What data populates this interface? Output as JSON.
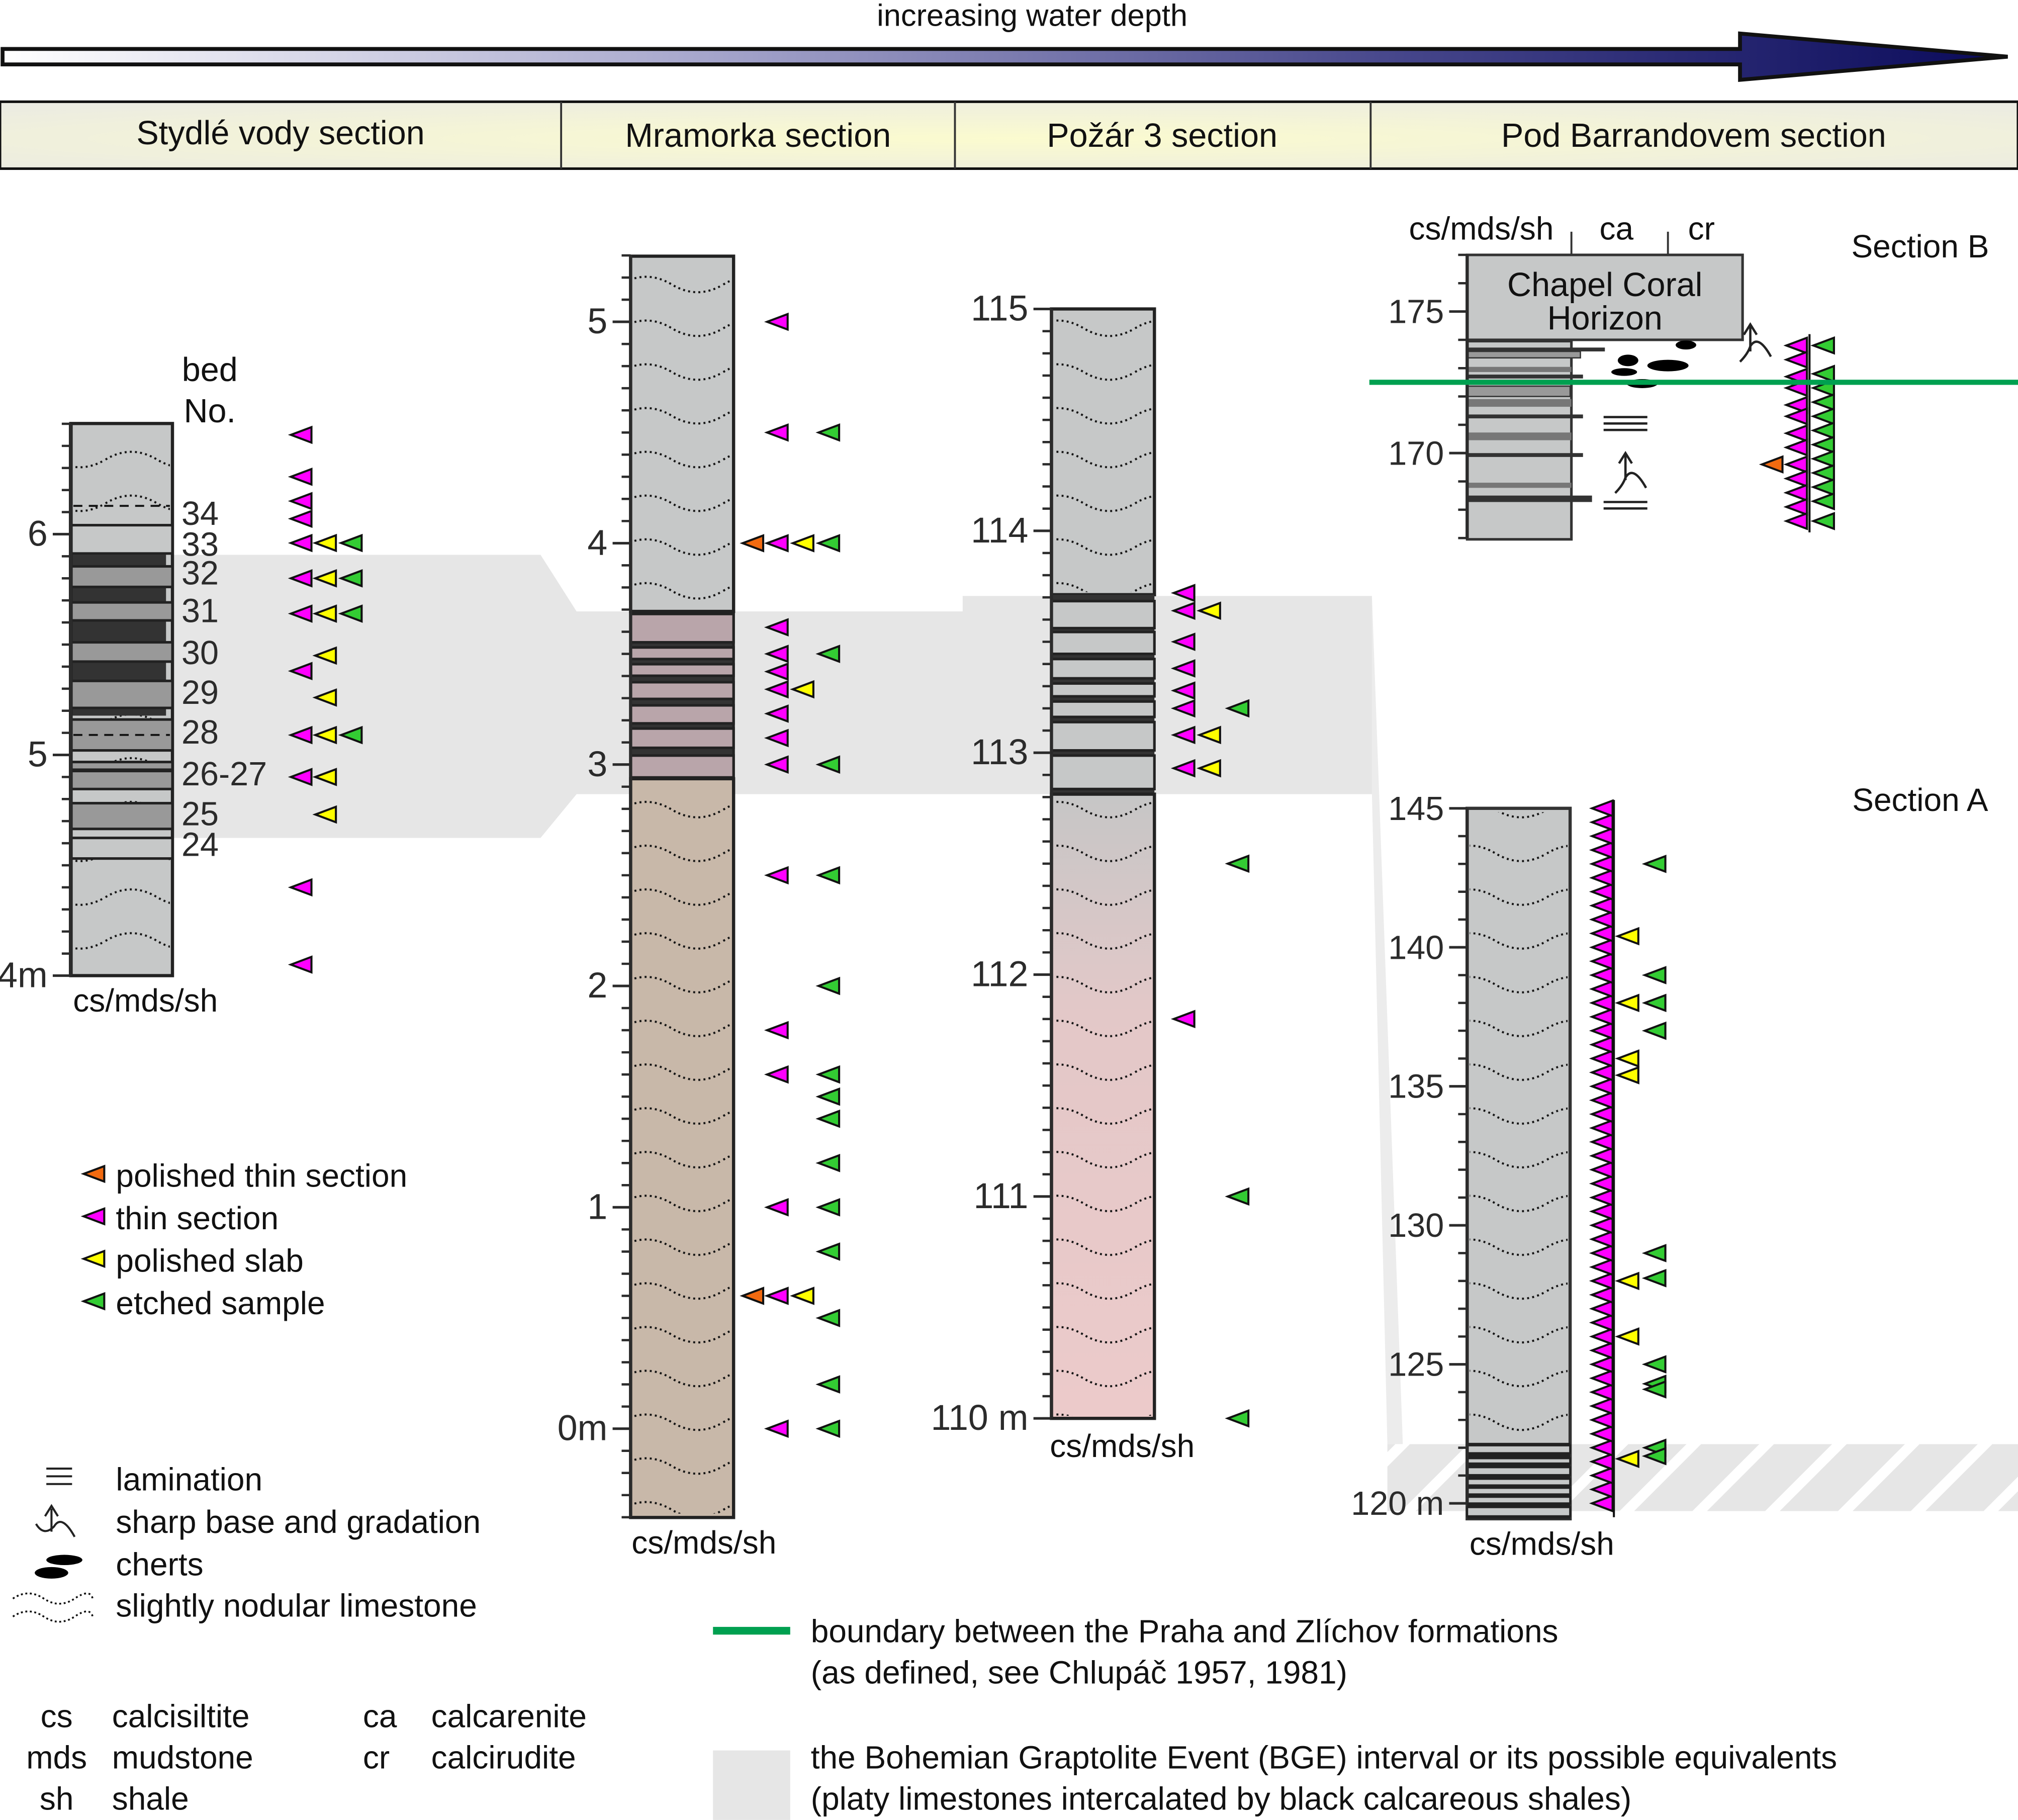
{
  "header": {
    "arrow_label": "increasing water depth",
    "sections": [
      "Stydlé vody section",
      "Mramorka section",
      "Požár 3 section",
      "Pod Barrandovem section"
    ]
  },
  "colors": {
    "polished_thin_section": "#f26a10",
    "thin_section": "#ff00ff",
    "polished_slab": "#ffff00",
    "etched_sample": "#33cc33",
    "boundary_line": "#00a050",
    "bge_band": "#e6e6e6",
    "arrow_dark": "#0f1060"
  },
  "stydle_vody": {
    "bed_header": [
      "bed",
      "No."
    ],
    "axis_ticks": [
      {
        "value": 6,
        "label": "6"
      },
      {
        "value": 5,
        "label": "5"
      },
      {
        "value": 4,
        "label": "4m"
      }
    ],
    "beds": [
      {
        "label": "34",
        "depth": 6.1
      },
      {
        "label": "33",
        "depth": 5.96
      },
      {
        "label": "32",
        "depth": 5.83
      },
      {
        "label": "31",
        "depth": 5.66
      },
      {
        "label": "30",
        "depth": 5.47
      },
      {
        "label": "29",
        "depth": 5.29
      },
      {
        "label": "28",
        "depth": 5.11
      },
      {
        "label": "26-27",
        "depth": 4.92
      },
      {
        "label": "25",
        "depth": 4.74
      },
      {
        "label": "24",
        "depth": 4.6
      }
    ],
    "lithology_label": "cs/mds/sh",
    "samples": [
      {
        "depth": 6.45,
        "types": [
          "thin_section"
        ]
      },
      {
        "depth": 6.26,
        "types": [
          "thin_section"
        ]
      },
      {
        "depth": 6.15,
        "types": [
          "thin_section"
        ]
      },
      {
        "depth": 6.07,
        "types": [
          "thin_section"
        ]
      },
      {
        "depth": 5.96,
        "types": [
          "thin_section",
          "polished_slab",
          "etched_sample"
        ]
      },
      {
        "depth": 5.8,
        "types": [
          "thin_section",
          "polished_slab",
          "etched_sample"
        ]
      },
      {
        "depth": 5.64,
        "types": [
          "thin_section",
          "polished_slab",
          "etched_sample"
        ]
      },
      {
        "depth": 5.45,
        "types": [
          "polished_slab"
        ]
      },
      {
        "depth": 5.38,
        "types": [
          "thin_section"
        ]
      },
      {
        "depth": 5.26,
        "types": [
          "polished_slab"
        ]
      },
      {
        "depth": 5.09,
        "types": [
          "thin_section",
          "polished_slab",
          "etched_sample"
        ]
      },
      {
        "depth": 4.9,
        "types": [
          "thin_section",
          "polished_slab"
        ]
      },
      {
        "depth": 4.73,
        "types": [
          "polished_slab"
        ]
      },
      {
        "depth": 4.4,
        "types": [
          "thin_section"
        ]
      },
      {
        "depth": 4.05,
        "types": [
          "thin_section"
        ]
      }
    ]
  },
  "mramorka": {
    "axis_ticks": [
      {
        "value": 5,
        "label": "5"
      },
      {
        "value": 4,
        "label": "4"
      },
      {
        "value": 3,
        "label": "3"
      },
      {
        "value": 2,
        "label": "2"
      },
      {
        "value": 1,
        "label": "1"
      },
      {
        "value": 0,
        "label": "0m"
      }
    ],
    "lithology_label": "cs/mds/sh",
    "samples": [
      {
        "depth": 5.0,
        "types": [
          "thin_section"
        ]
      },
      {
        "depth": 4.5,
        "types": [
          "thin_section",
          "etched_sample"
        ]
      },
      {
        "depth": 4.0,
        "types": [
          "polished_thin_section",
          "thin_section",
          "polished_slab",
          "etched_sample"
        ]
      },
      {
        "depth": 3.62,
        "types": [
          "thin_section"
        ]
      },
      {
        "depth": 3.5,
        "types": [
          "thin_section",
          "etched_sample"
        ]
      },
      {
        "depth": 3.42,
        "types": [
          "thin_section"
        ]
      },
      {
        "depth": 3.34,
        "types": [
          "thin_section",
          "polished_slab"
        ]
      },
      {
        "depth": 3.23,
        "types": [
          "thin_section"
        ]
      },
      {
        "depth": 3.12,
        "types": [
          "thin_section"
        ]
      },
      {
        "depth": 3.0,
        "types": [
          "thin_section",
          "etched_sample"
        ]
      },
      {
        "depth": 2.5,
        "types": [
          "thin_section",
          "etched_sample"
        ]
      },
      {
        "depth": 2.0,
        "types": [
          "etched_sample"
        ]
      },
      {
        "depth": 1.8,
        "types": [
          "thin_section"
        ]
      },
      {
        "depth": 1.6,
        "types": [
          "thin_section",
          "etched_sample"
        ]
      },
      {
        "depth": 1.5,
        "types": [
          "etched_sample"
        ]
      },
      {
        "depth": 1.4,
        "types": [
          "etched_sample"
        ]
      },
      {
        "depth": 1.2,
        "types": [
          "etched_sample"
        ]
      },
      {
        "depth": 1.0,
        "types": [
          "thin_section",
          "etched_sample"
        ]
      },
      {
        "depth": 0.8,
        "types": [
          "etched_sample"
        ]
      },
      {
        "depth": 0.6,
        "types": [
          "polished_thin_section",
          "thin_section",
          "polished_slab"
        ]
      },
      {
        "depth": 0.5,
        "types": [
          "etched_sample"
        ]
      },
      {
        "depth": 0.2,
        "types": [
          "etched_sample"
        ]
      },
      {
        "depth": 0.0,
        "types": [
          "thin_section",
          "etched_sample"
        ]
      }
    ]
  },
  "pozar": {
    "axis_ticks": [
      {
        "value": 115,
        "label": "115"
      },
      {
        "value": 114,
        "label": "114"
      },
      {
        "value": 113,
        "label": "113"
      },
      {
        "value": 112,
        "label": "112"
      },
      {
        "value": 111,
        "label": "111"
      },
      {
        "value": 110,
        "label": "110 m"
      }
    ],
    "lithology_label": "cs/mds/sh",
    "samples": [
      {
        "depth": 113.72,
        "types": [
          "thin_section"
        ]
      },
      {
        "depth": 113.64,
        "types": [
          "thin_section",
          "polished_slab"
        ]
      },
      {
        "depth": 113.5,
        "types": [
          "thin_section"
        ]
      },
      {
        "depth": 113.38,
        "types": [
          "thin_section"
        ]
      },
      {
        "depth": 113.28,
        "types": [
          "thin_section"
        ]
      },
      {
        "depth": 113.2,
        "types": [
          "thin_section",
          "etched_sample"
        ]
      },
      {
        "depth": 113.08,
        "types": [
          "thin_section",
          "polished_slab"
        ]
      },
      {
        "depth": 112.93,
        "types": [
          "thin_section",
          "polished_slab"
        ]
      },
      {
        "depth": 112.5,
        "types": [
          "etched_sample"
        ]
      },
      {
        "depth": 111.8,
        "types": [
          "thin_section"
        ]
      },
      {
        "depth": 111.0,
        "types": [
          "etched_sample"
        ]
      },
      {
        "depth": 110.0,
        "types": [
          "etched_sample"
        ]
      }
    ]
  },
  "pod_barrandovem": {
    "section_b": {
      "title": "Section B",
      "column_headers": [
        "cs/mds/sh",
        "ca",
        "cr"
      ],
      "horizon_label": [
        "Chapel Coral",
        "Horizon"
      ],
      "axis_ticks": [
        {
          "value": 175,
          "label": "175"
        },
        {
          "value": 170,
          "label": "170"
        }
      ],
      "thin_section_depths": [
        173.8,
        173.3,
        172.7,
        172.3,
        171.7,
        171.3,
        170.7,
        170.2,
        169.6,
        169.1,
        168.6,
        168.1,
        167.6
      ],
      "etched_depths": [
        173.8,
        172.8,
        172.3,
        171.8,
        171.3,
        170.8,
        170.3,
        169.8,
        169.3,
        168.8,
        168.3,
        167.6
      ],
      "polished_thin_section_depths": [
        169.6
      ]
    },
    "section_a": {
      "title": "Section A",
      "lithology_label": "cs/mds/sh",
      "axis_ticks": [
        {
          "value": 145,
          "label": "145"
        },
        {
          "value": 140,
          "label": "140"
        },
        {
          "value": 135,
          "label": "135"
        },
        {
          "value": 130,
          "label": "130"
        },
        {
          "value": 125,
          "label": "125"
        },
        {
          "value": 120,
          "label": "120 m"
        }
      ],
      "thin_section_range": [
        120,
        145
      ],
      "polished_slab_depths": [
        140.4,
        138.0,
        136.0,
        135.4,
        128.0,
        126.0,
        121.6
      ],
      "etched_depths": [
        143.0,
        139.0,
        138.0,
        137.0,
        129.0,
        128.1,
        125.0,
        124.3,
        124.1,
        122.0,
        121.7
      ]
    }
  },
  "legend": {
    "samples": [
      "polished thin section",
      "thin section",
      "polished slab",
      "etched sample"
    ],
    "symbols": [
      "lamination",
      "sharp base and gradation",
      "cherts",
      "slightly nodular limestone"
    ],
    "abbreviations": [
      {
        "abbr": "cs",
        "name": "calcisiltite"
      },
      {
        "abbr": "mds",
        "name": "mudstone"
      },
      {
        "abbr": "sh",
        "name": "shale"
      },
      {
        "abbr": "ca",
        "name": "calcarenite"
      },
      {
        "abbr": "cr",
        "name": "calcirudite"
      }
    ],
    "boundary": [
      "boundary between the Praha and Zlíchov formations",
      "(as defined, see Chlupáč 1957, 1981)"
    ],
    "bge": [
      "the Bohemian Graptolite Event (BGE) interval or its possible equivalents",
      "(platy limestones intercalated by black calcareous shales)"
    ]
  }
}
